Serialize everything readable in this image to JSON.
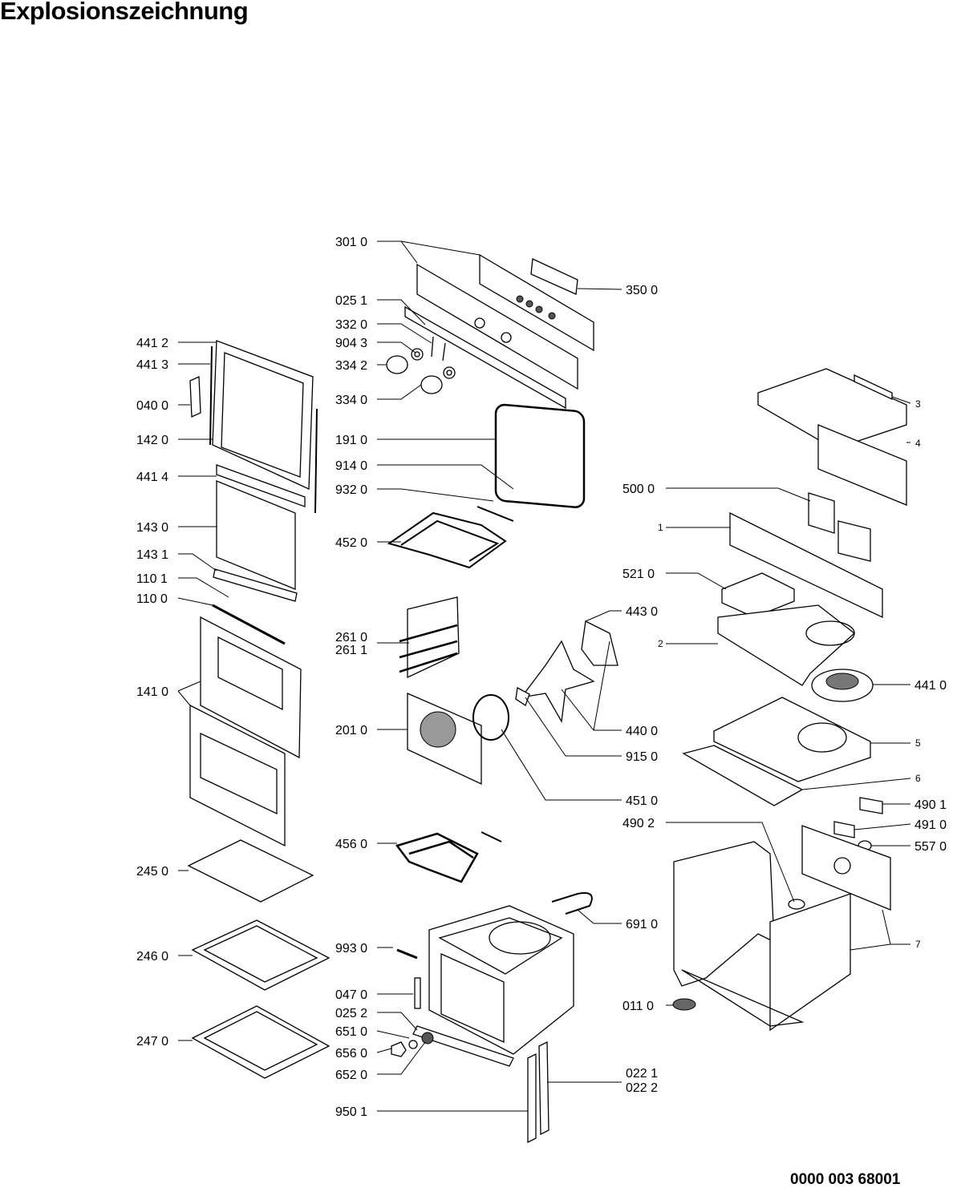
{
  "title": "Explosionszeichnung",
  "doc_number": "0000 003 68001",
  "labels": {
    "l3010": "301 0",
    "l3500": "350 0",
    "l0251": "025 1",
    "l3320": "332 0",
    "l9043": "904 3",
    "l3342": "334 2",
    "l3340": "334 0",
    "l1910": "191 0",
    "l9140": "914 0",
    "l9320": "932 0",
    "l4520": "452 0",
    "l2610": "261 0",
    "l2611": "261 1",
    "l2010": "201 0",
    "l4560": "456 0",
    "l9930": "993 0",
    "l0470": "047 0",
    "l0252": "025 2",
    "l6510": "651 0",
    "l6560": "656 0",
    "l6520": "652 0",
    "l9501": "950 1",
    "l4412": "441 2",
    "l4413": "441 3",
    "l0400": "040 0",
    "l1420": "142 0",
    "l4414": "441 4",
    "l1430": "143 0",
    "l1431": "143 1",
    "l1101": "110 1",
    "l1100": "110 0",
    "l1410": "141 0",
    "l2450": "245 0",
    "l2460": "246 0",
    "l2470": "247 0",
    "l4430": "443 0",
    "l4400": "440 0",
    "l9150": "915 0",
    "l4510": "451 0",
    "l6910": "691 0",
    "l0221": "022 1",
    "l0222": "022 2",
    "l5000": "500 0",
    "l5210": "521 0",
    "l4410": "441 0",
    "l4901": "490 1",
    "l4902": "490 2",
    "l4910": "491 0",
    "l5570": "557 0",
    "l0110": "011 0",
    "n1": "1",
    "n2": "2",
    "n3": "3",
    "n4": "4",
    "n5": "5",
    "n6": "6",
    "n7": "7"
  }
}
